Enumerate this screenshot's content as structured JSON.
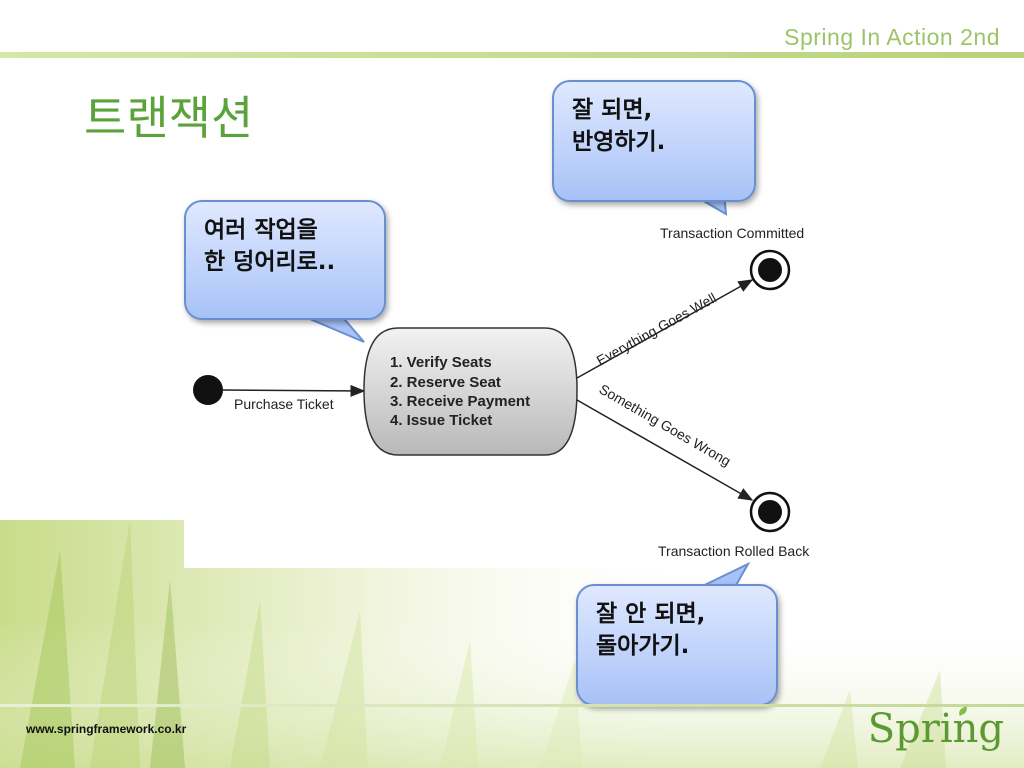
{
  "header": {
    "book_title": "Spring In Action 2nd"
  },
  "page": {
    "title": "트랜잭션"
  },
  "callouts": {
    "group": {
      "line1": "여러 작업을",
      "line2": "한 덩어리로.."
    },
    "commit": {
      "line1": "잘 되면,",
      "line2": "반영하기."
    },
    "rollback": {
      "line1": "잘 안 되면,",
      "line2": "돌아가기."
    }
  },
  "diagram": {
    "start_label": "Purchase Ticket",
    "steps": [
      "1. Verify Seats",
      "2. Reserve Seat",
      "3. Receive Payment",
      "4. Issue Ticket"
    ],
    "success_label": "Everything Goes Well",
    "failure_label": "Something Goes Wrong",
    "committed_label": "Transaction Committed",
    "rolledback_label": "Transaction Rolled Back"
  },
  "footer": {
    "url": "www.springframework.co.kr",
    "logo": "Spring"
  },
  "colors": {
    "title_green": "#5aa33a",
    "header_green": "#9dc46a",
    "callout_blue": "#a8c2f7"
  }
}
